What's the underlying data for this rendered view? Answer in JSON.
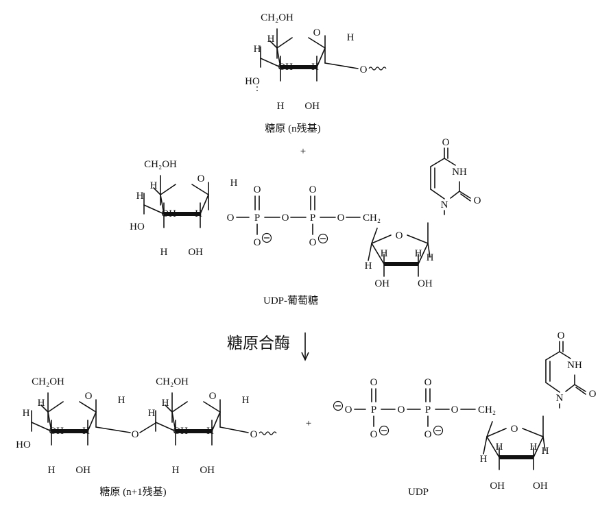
{
  "atoms": {
    "ch2oh": "CH₂OH",
    "ch2": "CH₂",
    "o": "O",
    "h": "H",
    "oh": "OH",
    "ho": "HO",
    "nh": "NH",
    "n": "N",
    "p": "P",
    "minus": "−",
    "plus": "+",
    "lone_pair": ":"
  },
  "labels": {
    "glycogen_n": "糖原 (n残基)",
    "udp_glucose": "UDP-葡萄糖",
    "enzyme": "糖原合酶",
    "glycogen_n1": "糖原 (n+1残基)",
    "udp": "UDP"
  }
}
